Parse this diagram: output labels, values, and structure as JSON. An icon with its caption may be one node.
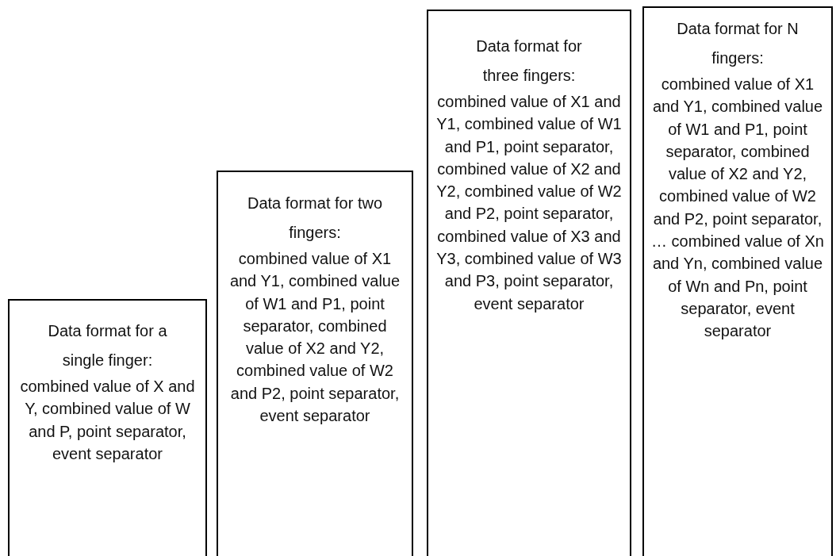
{
  "diagram": {
    "nodes": [
      {
        "text": [
          "Data format for a single finger:",
          "combined value of X and Y, combined value of W and P, point separator, event separator"
        ]
      },
      {
        "text": [
          "Data format for two fingers:",
          "combined value of X1 and Y1, combined value of W1 and P1, point separator, combined value of X2 and Y2, combined value of W2 and P2, point separator, event separator"
        ]
      },
      {
        "text": [
          "Data format for three fingers:",
          "combined value of X1 and Y1, combined value of W1 and P1, point separator, combined value of X2 and Y2, combined value of W2 and P2, point separator, combined value of X3 and Y3, combined value of W3 and P3, point separator, event separator"
        ]
      },
      {
        "text": [
          "Data format for N fingers:",
          "combined value of X1 and Y1, combined value of W1 and P1, point separator, combined value of X2 and Y2, combined value of W2 and P2, point separator, … combined value of Xn and Yn, combined value of Wn and Pn, point separator, event separator"
        ]
      }
    ],
    "edges": []
  }
}
